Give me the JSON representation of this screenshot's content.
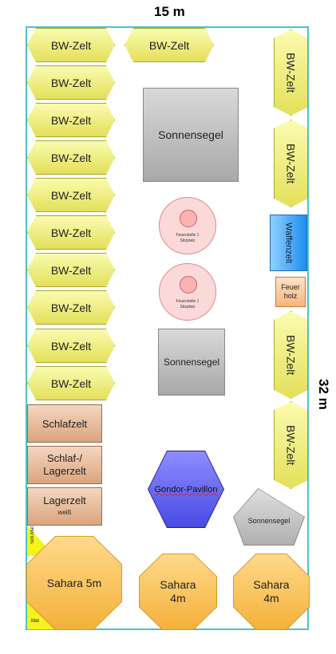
{
  "dimensions": {
    "width": "15 m",
    "height": "32 m"
  },
  "items": {
    "bw_left": [
      "BW-Zelt",
      "BW-Zelt",
      "BW-Zelt",
      "BW-Zelt",
      "BW-Zelt",
      "BW-Zelt",
      "BW-Zelt",
      "BW-Zelt",
      "BW-Zelt",
      "BW-Zelt"
    ],
    "bw_top": "BW-Zelt",
    "bw_right": [
      "BW-Zelt",
      "BW-Zelt",
      "BW-Zelt",
      "BW-Zelt"
    ],
    "sonnensegel_1": "Sonnensegel",
    "sonnensegel_2": "Sonnensegel",
    "sonnensegel_3": "Sonnensegel",
    "feuerstelle_1": {
      "line1": "Feuerstelle 1",
      "line2": "Sitzplatz"
    },
    "feuerstelle_2": {
      "line1": "Feuerstelle 1",
      "line2": "Sitzplatz"
    },
    "waffenzelt": "Waffenzelt",
    "feuerholz": {
      "line1": "Feuer",
      "line2": "holz"
    },
    "schlafzelt": "Schlafzelt",
    "schlaf_lagerzelt": {
      "line1": "Schlaf-/",
      "line2": "Lagerzelt"
    },
    "lagerzelt": {
      "line1": "Lagerzelt",
      "line2": "weiß"
    },
    "gondor": "Gondor-Pavillon",
    "sahara_5": "Sahara 5m",
    "sahara_4a": {
      "line1": "Sahara",
      "line2": "4m"
    },
    "sahara_4b": {
      "line1": "Sahara",
      "line2": "4m"
    },
    "small_label_1": "Sch.Mat",
    "small_label_2": "Mat"
  },
  "colors": {
    "border": "#4fc3c3",
    "bw_zelt": "#e3e05a",
    "waffenzelt": "#2f9af0",
    "gondor": "#5b5bf0",
    "sahara": "#f4b13a"
  }
}
